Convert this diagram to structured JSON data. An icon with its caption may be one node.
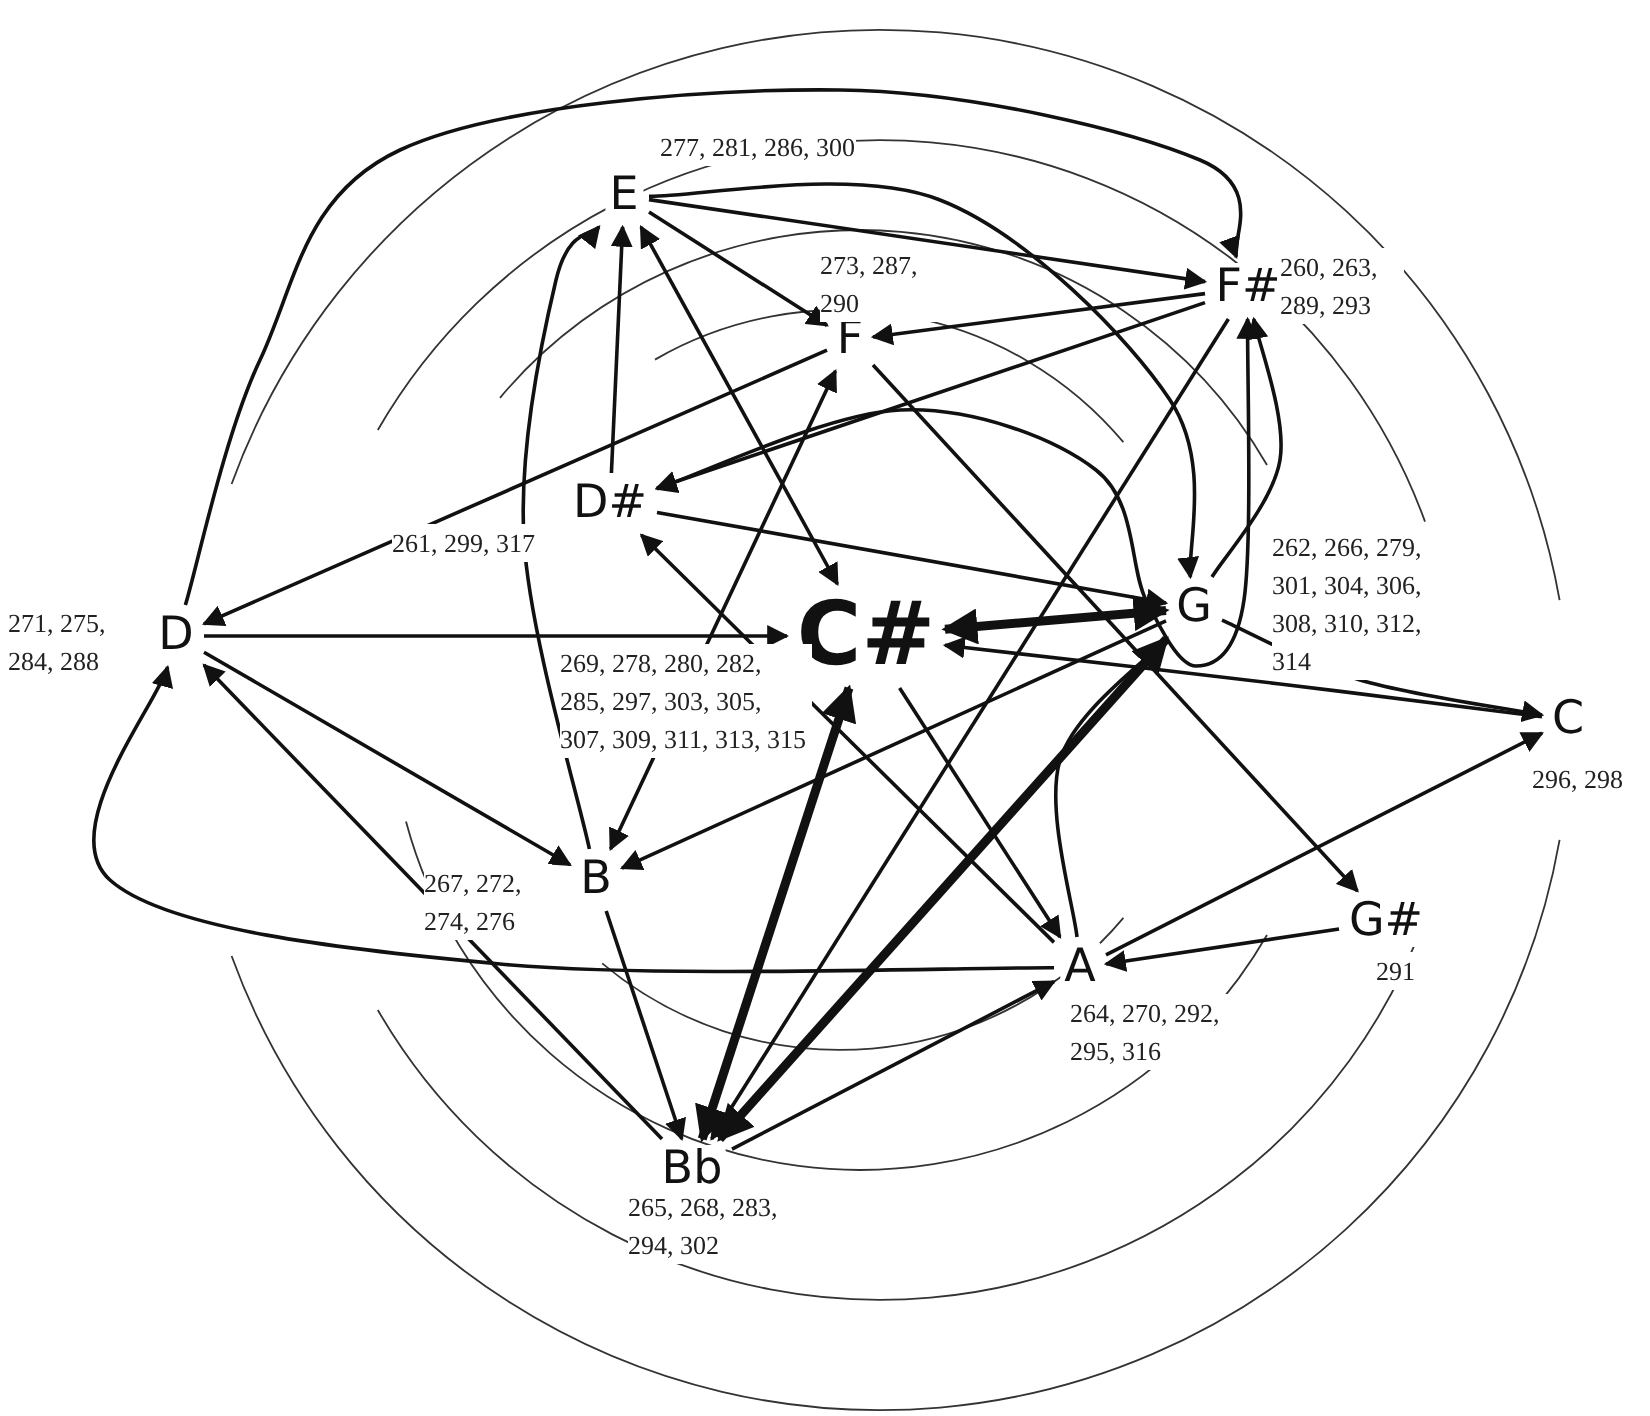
{
  "diagram": {
    "nodes": [
      {
        "text": [
          "E"
        ],
        "beside": [
          "277, 281, 286, 300"
        ]
      },
      {
        "text": [
          "F#"
        ],
        "beside": [
          "260, 263, 289, 293"
        ]
      },
      {
        "text": [
          "F"
        ],
        "beside": [
          "273, 287, 290"
        ]
      },
      {
        "text": [
          "D#"
        ],
        "beside": [
          "261, 299, 317"
        ]
      },
      {
        "text": [
          "D"
        ],
        "beside": [
          "271, 275, 284, 288"
        ]
      },
      {
        "text": [
          "C#"
        ],
        "beside": [
          "269, 278, 280, 282, 285, 297, 303, 305, 307, 309, 311, 313, 315"
        ]
      },
      {
        "text": [
          "G"
        ],
        "beside": [
          "262, 266, 279, 301, 304, 306, 308, 310, 312, 314"
        ]
      },
      {
        "text": [
          "C"
        ],
        "beside": [
          "296, 298"
        ]
      },
      {
        "text": [
          "B"
        ],
        "beside": [
          "267, 272, 274, 276"
        ]
      },
      {
        "text": [
          "A"
        ],
        "beside": [
          "264, 270, 292, 295, 316"
        ]
      },
      {
        "text": [
          "G#"
        ],
        "beside": [
          "291"
        ]
      },
      {
        "text": [
          "Bb"
        ],
        "beside": [
          "265, 268, 283, 294, 302"
        ]
      }
    ],
    "edges": [
      {
        "from": 0,
        "to": 1,
        "arrow": "to"
      },
      {
        "from": 0,
        "to": 2,
        "arrow": "to"
      },
      {
        "from": 0,
        "to": 6,
        "arrow": "to"
      },
      {
        "from": 0,
        "to": 5,
        "arrow": "both"
      },
      {
        "from": 4,
        "to": 1,
        "arrow": "to"
      },
      {
        "from": 3,
        "to": 0,
        "arrow": "to"
      },
      {
        "from": 8,
        "to": 0,
        "arrow": "to"
      },
      {
        "from": 1,
        "to": 2,
        "arrow": "to"
      },
      {
        "from": 1,
        "to": 3,
        "arrow": "to"
      },
      {
        "from": 3,
        "to": 1,
        "arrow": "both"
      },
      {
        "from": 2,
        "to": 4,
        "arrow": "to"
      },
      {
        "from": 2,
        "to": 10,
        "arrow": "to"
      },
      {
        "from": 3,
        "to": 6,
        "arrow": "to"
      },
      {
        "from": 4,
        "to": 5,
        "arrow": "to"
      },
      {
        "from": 5,
        "to": 6,
        "arrow": "both",
        "style": "thick"
      },
      {
        "from": 6,
        "to": 7,
        "arrow": "to"
      },
      {
        "from": 7,
        "to": 5,
        "arrow": "to"
      },
      {
        "from": 9,
        "to": 7,
        "arrow": "to"
      },
      {
        "from": 5,
        "to": 9,
        "arrow": "to"
      },
      {
        "from": 9,
        "to": 3,
        "arrow": "to"
      },
      {
        "from": 9,
        "to": 4,
        "arrow": "to"
      },
      {
        "from": 10,
        "to": 9,
        "arrow": "to"
      },
      {
        "from": 4,
        "to": 8,
        "arrow": "to"
      },
      {
        "from": 6,
        "to": 8,
        "arrow": "to"
      },
      {
        "from": 8,
        "to": 2,
        "arrow": "both"
      },
      {
        "from": 8,
        "to": 11,
        "arrow": "to"
      },
      {
        "from": 11,
        "to": 4,
        "arrow": "to"
      },
      {
        "from": 5,
        "to": 11,
        "arrow": "both",
        "style": "thick"
      },
      {
        "from": 11,
        "to": 6,
        "arrow": "both",
        "style": "thick"
      },
      {
        "from": 1,
        "to": 11,
        "arrow": "to"
      },
      {
        "from": 6,
        "to": 1,
        "arrow": "to"
      },
      {
        "from": 11,
        "to": 9,
        "arrow": "to"
      },
      {
        "from": 9,
        "to": 6,
        "arrow": "none"
      }
    ]
  }
}
